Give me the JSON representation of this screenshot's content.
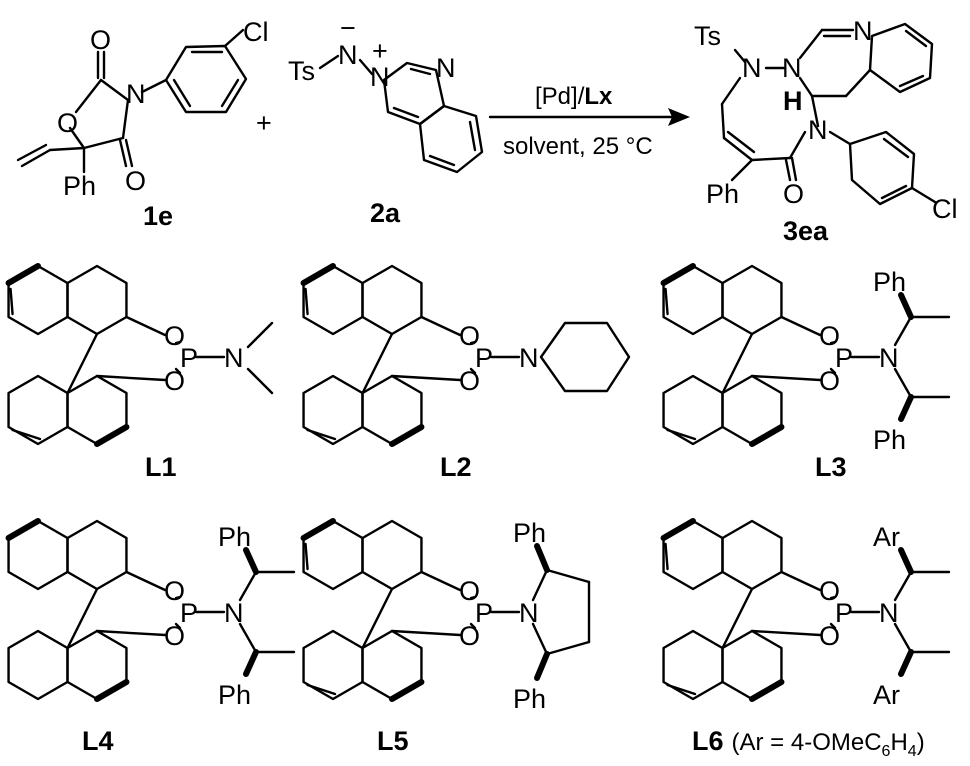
{
  "scheme": {
    "reactant1": {
      "label": "1e",
      "atoms": {
        "o_carbonyl": "O",
        "o_ring": "O",
        "n_ring": "N",
        "cl": "Cl",
        "ph": "Ph",
        "o_ketone": "O"
      }
    },
    "plus": "+",
    "reactant2": {
      "label": "2a",
      "atoms": {
        "ts": "Ts",
        "n_minus": "N",
        "minus": "−",
        "n_plus": "N",
        "plus_charge": "+",
        "n_ring": "N"
      }
    },
    "arrow": {
      "catalyst_prefix": "[Pd]/",
      "catalyst_ligand": "Lx",
      "conditions": "solvent, 25 °C"
    },
    "product": {
      "label": "3ea",
      "atoms": {
        "ts": "Ts",
        "n1": "N",
        "n2": "N",
        "n_top": "N",
        "h": "H",
        "n_amide": "N",
        "o": "O",
        "ph": "Ph",
        "cl": "Cl"
      }
    }
  },
  "ligands": [
    {
      "id": "L1",
      "label": "L1",
      "o1": "O",
      "o2": "O",
      "p": "P",
      "n": "N"
    },
    {
      "id": "L2",
      "label": "L2",
      "o1": "O",
      "o2": "O",
      "p": "P",
      "n": "N"
    },
    {
      "id": "L3",
      "label": "L3",
      "o1": "O",
      "o2": "O",
      "p": "P",
      "n": "N",
      "sub1": "Ph",
      "sub2": "Ph"
    },
    {
      "id": "L4",
      "label": "L4",
      "o1": "O",
      "o2": "O",
      "p": "P",
      "n": "N",
      "sub1": "Ph",
      "sub2": "Ph"
    },
    {
      "id": "L5",
      "label": "L5",
      "o1": "O",
      "o2": "O",
      "p": "P",
      "n": "N",
      "sub1": "Ph",
      "sub2": "Ph"
    },
    {
      "id": "L6",
      "label": "L6",
      "note": "(Ar = 4-OMeC",
      "note_sub": "6",
      "note_rest": "H",
      "note_sub2": "4",
      "note_close": ")",
      "o1": "O",
      "o2": "O",
      "p": "P",
      "n": "N",
      "sub1": "Ar",
      "sub2": "Ar"
    }
  ]
}
